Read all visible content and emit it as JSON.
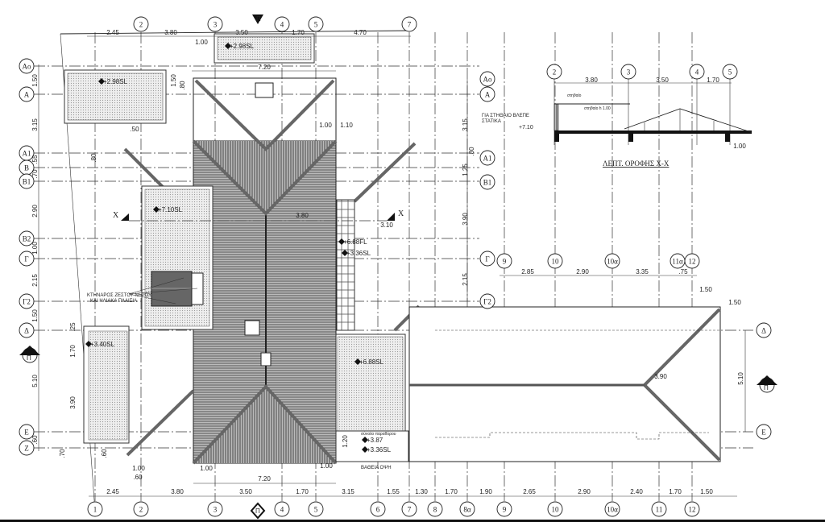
{
  "grid_columns_top": [
    "2",
    "3",
    "4",
    "5",
    "7"
  ],
  "grid_columns_bottom": [
    "1",
    "2",
    "3",
    "4",
    "5",
    "6",
    "7",
    "8",
    "8α",
    "9",
    "10",
    "10α",
    "11",
    "12"
  ],
  "grid_columns_right": [
    "9",
    "10",
    "10α",
    "11α",
    "12"
  ],
  "grid_rows_left": [
    "Αο",
    "Α",
    "Α1",
    "Β",
    "Β1",
    "Β2",
    "Γ",
    "Γ2",
    "Δ",
    "Ε",
    "Ζ"
  ],
  "grid_rows_right": [
    "Αο",
    "Α",
    "Α1",
    "Β1",
    "Γ",
    "Γ2"
  ],
  "grid_rows_far_right": [
    "Δ",
    "Ε"
  ],
  "section_markers": {
    "pi": "Π",
    "x": "Χ"
  },
  "dims_top": [
    "2.45",
    "3.80",
    "3.50",
    "1.70",
    "4.70"
  ],
  "dims_bottom": [
    "2.45",
    "3.80",
    "3.50",
    "1.70",
    "3.15",
    "1.55",
    "1.30",
    "1.70",
    "1.90",
    "2.65",
    "2.90",
    "2.40",
    "1.70",
    "1.50"
  ],
  "dims_right_top": [
    "2.85",
    "2.90",
    "3.35",
    ".75",
    "1.50"
  ],
  "dims_left": [
    "1.50",
    "3.15",
    ".55",
    ".70",
    "2.90",
    "1.00",
    "2.15",
    "1.50",
    "5.10",
    ".60"
  ],
  "dims_left_inner": [
    "1.70",
    "3.90",
    ".70"
  ],
  "dims_right_vertical": [
    "1.50",
    ".80",
    "3.15",
    ".80",
    "1.25",
    "3.90",
    "2.15"
  ],
  "dims_misc": [
    "7.20",
    "7.20",
    "1.00",
    "1.00",
    "1.10",
    "1.00",
    "1.00",
    "1.00",
    ".60",
    ".80",
    ".50",
    "3.80",
    "3.10",
    "3.90",
    "5.10",
    "1.50",
    "1.20",
    ".60",
    ".25"
  ],
  "levels": [
    "+2.98SL",
    "+2.98SL",
    "+7.10SL",
    "+3.40SL",
    "+6.88SL",
    "+6.88FL",
    "+3.36SL",
    "+3.87",
    "+3.36SL"
  ],
  "notes": {
    "solar_line1": "ΚΤΗΝΑΡΟΣ ΖΕΣΤΟΥ ΝΕΡΟΥ",
    "solar_line2": "ΚΑΙ ΗΛΙΑΚΑ ΠΛΑΙΣΙΑ",
    "deep_view": "ΒΑΘΕΙΑ ΟΨΗ",
    "parapet": "σύνολο παραθύρου"
  },
  "section": {
    "title": "ΛΕΠΤ. ΟΡΟΦΗΣ Χ-Χ",
    "columns": [
      "2",
      "3",
      "4",
      "5"
    ],
    "rows": [
      "Αο",
      "Α",
      "Α1"
    ],
    "dims": [
      "3.80",
      "3.50",
      "1.70",
      "1.00"
    ],
    "note_line1": "ΓΙΑ ΣΤΗΘΑΙΟ ΒΛΕΠΕ",
    "note_line2": "ΣΤΑΤΙΚΑ",
    "level": "+7.10",
    "small_label1": "στηθαίο",
    "small_label2": "στηθαίο h 1.00"
  }
}
